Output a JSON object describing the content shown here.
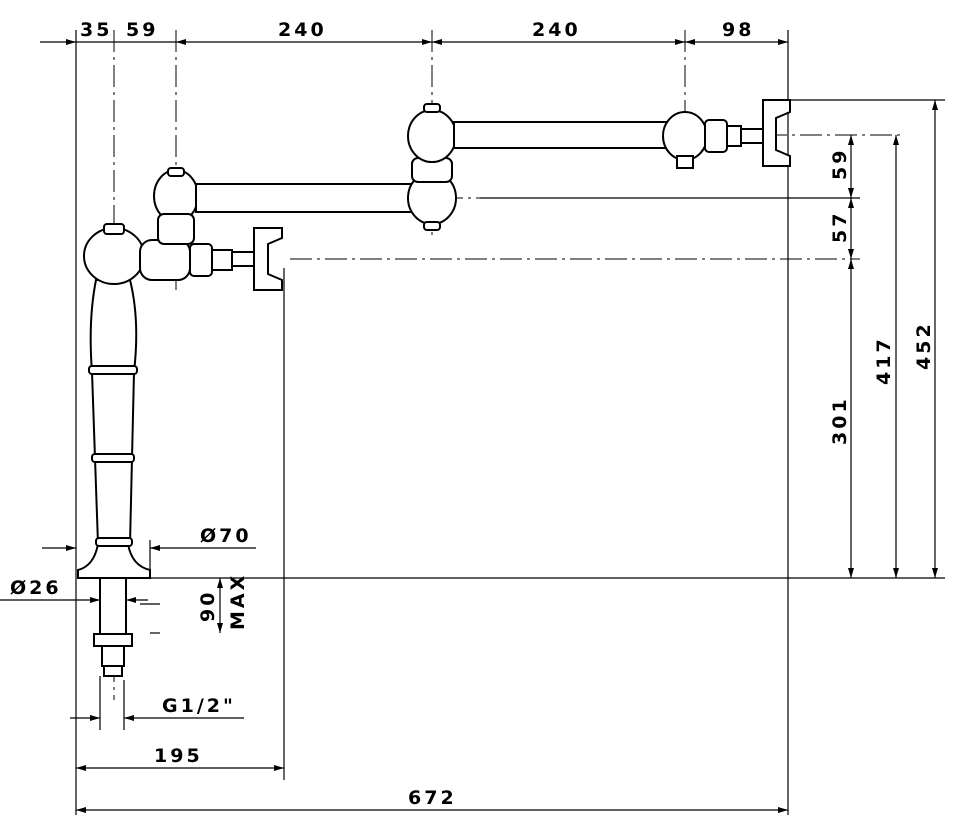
{
  "dimensions": {
    "top_35": "35",
    "top_59": "59",
    "top_240_a": "240",
    "top_240_b": "240",
    "top_98": "98",
    "right_59": "59",
    "right_57": "57",
    "right_301": "301",
    "right_417": "417",
    "right_452": "452",
    "dia_70": "Ø70",
    "dia_26": "Ø26",
    "shank_90": "90",
    "shank_max": "MAX",
    "thread": "G1/2\"",
    "bottom_195": "195",
    "bottom_672": "672"
  }
}
